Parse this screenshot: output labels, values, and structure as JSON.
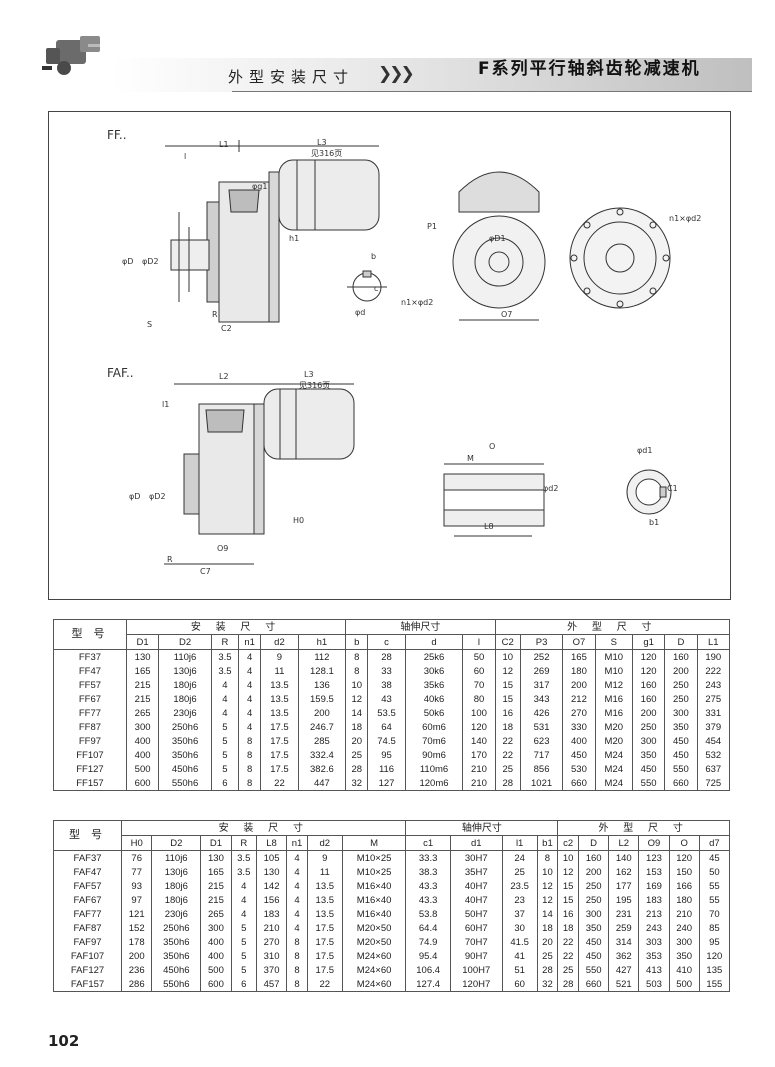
{
  "header": {
    "section_title": "外型安装尺寸",
    "arrows": "❯❯❯",
    "series_title": "F系列平行轴斜齿轮减速机"
  },
  "diagram": {
    "ff_label": "FF..",
    "faf_label": "FAF..",
    "labels": {
      "L1": "L1",
      "L3": "L3",
      "L3_note": "见316页",
      "l": "l",
      "g1": "φg1",
      "h1": "h1",
      "D": "φD",
      "D2": "φD2",
      "S": "S",
      "R": "R",
      "C2": "C2",
      "b": "b",
      "c": "c",
      "d": "φd",
      "P1": "P1",
      "D1": "φD1",
      "n1d2": "n1×φd2",
      "O7": "O7",
      "L2": "L2",
      "l1": "l1",
      "H0": "H0",
      "O9": "O9",
      "C7": "C7",
      "O": "O",
      "M": "M",
      "d2": "φd2",
      "L8": "L8",
      "d1": "φd1",
      "c1": "C1",
      "b1": "b1"
    }
  },
  "table1": {
    "model_header": "型 号",
    "group_mount": "安 装 尺 寸",
    "group_shaft": "轴伸尺寸",
    "group_outline": "外 型 尺 寸",
    "columns": [
      "D1",
      "D2",
      "R",
      "n1",
      "d2",
      "h1",
      "b",
      "c",
      "d",
      "l",
      "C2",
      "P3",
      "O7",
      "S",
      "g1",
      "D",
      "L1"
    ],
    "rows": [
      [
        "FF37",
        "130",
        "110j6",
        "3.5",
        "4",
        "9",
        "112",
        "8",
        "28",
        "25k6",
        "50",
        "10",
        "252",
        "165",
        "M10",
        "120",
        "160",
        "190"
      ],
      [
        "FF47",
        "165",
        "130j6",
        "3.5",
        "4",
        "11",
        "128.1",
        "8",
        "33",
        "30k6",
        "60",
        "12",
        "269",
        "180",
        "M10",
        "120",
        "200",
        "222"
      ],
      [
        "FF57",
        "215",
        "180j6",
        "4",
        "4",
        "13.5",
        "136",
        "10",
        "38",
        "35k6",
        "70",
        "15",
        "317",
        "200",
        "M12",
        "160",
        "250",
        "243"
      ],
      [
        "FF67",
        "215",
        "180j6",
        "4",
        "4",
        "13.5",
        "159.5",
        "12",
        "43",
        "40k6",
        "80",
        "15",
        "343",
        "212",
        "M16",
        "160",
        "250",
        "275"
      ],
      [
        "FF77",
        "265",
        "230j6",
        "4",
        "4",
        "13.5",
        "200",
        "14",
        "53.5",
        "50k6",
        "100",
        "16",
        "426",
        "270",
        "M16",
        "200",
        "300",
        "331"
      ],
      [
        "FF87",
        "300",
        "250h6",
        "5",
        "4",
        "17.5",
        "246.7",
        "18",
        "64",
        "60m6",
        "120",
        "18",
        "531",
        "330",
        "M20",
        "250",
        "350",
        "379"
      ],
      [
        "FF97",
        "400",
        "350h6",
        "5",
        "8",
        "17.5",
        "285",
        "20",
        "74.5",
        "70m6",
        "140",
        "22",
        "623",
        "400",
        "M20",
        "300",
        "450",
        "454"
      ],
      [
        "FF107",
        "400",
        "350h6",
        "5",
        "8",
        "17.5",
        "332.4",
        "25",
        "95",
        "90m6",
        "170",
        "22",
        "717",
        "450",
        "M24",
        "350",
        "450",
        "532"
      ],
      [
        "FF127",
        "500",
        "450h6",
        "5",
        "8",
        "17.5",
        "382.6",
        "28",
        "116",
        "110m6",
        "210",
        "25",
        "856",
        "530",
        "M24",
        "450",
        "550",
        "637"
      ],
      [
        "FF157",
        "600",
        "550h6",
        "6",
        "8",
        "22",
        "447",
        "32",
        "127",
        "120m6",
        "210",
        "28",
        "1021",
        "660",
        "M24",
        "550",
        "660",
        "725"
      ]
    ]
  },
  "table2": {
    "model_header": "型 号",
    "group_mount": "安 装 尺 寸",
    "group_shaft": "轴伸尺寸",
    "group_outline": "外 型 尺 寸",
    "columns": [
      "H0",
      "D2",
      "D1",
      "R",
      "L8",
      "n1",
      "d2",
      "M",
      "c1",
      "d1",
      "l1",
      "b1",
      "c2",
      "D",
      "L2",
      "O9",
      "O",
      "d7"
    ],
    "rows": [
      [
        "FAF37",
        "76",
        "110j6",
        "130",
        "3.5",
        "105",
        "4",
        "9",
        "M10×25",
        "33.3",
        "30H7",
        "24",
        "8",
        "10",
        "160",
        "140",
        "123",
        "120",
        "45"
      ],
      [
        "FAF47",
        "77",
        "130j6",
        "165",
        "3.5",
        "130",
        "4",
        "11",
        "M10×25",
        "38.3",
        "35H7",
        "25",
        "10",
        "12",
        "200",
        "162",
        "153",
        "150",
        "50"
      ],
      [
        "FAF57",
        "93",
        "180j6",
        "215",
        "4",
        "142",
        "4",
        "13.5",
        "M16×40",
        "43.3",
        "40H7",
        "23.5",
        "12",
        "15",
        "250",
        "177",
        "169",
        "166",
        "55"
      ],
      [
        "FAF67",
        "97",
        "180j6",
        "215",
        "4",
        "156",
        "4",
        "13.5",
        "M16×40",
        "43.3",
        "40H7",
        "23",
        "12",
        "15",
        "250",
        "195",
        "183",
        "180",
        "55"
      ],
      [
        "FAF77",
        "121",
        "230j6",
        "265",
        "4",
        "183",
        "4",
        "13.5",
        "M16×40",
        "53.8",
        "50H7",
        "37",
        "14",
        "16",
        "300",
        "231",
        "213",
        "210",
        "70"
      ],
      [
        "FAF87",
        "152",
        "250h6",
        "300",
        "5",
        "210",
        "4",
        "17.5",
        "M20×50",
        "64.4",
        "60H7",
        "30",
        "18",
        "18",
        "350",
        "259",
        "243",
        "240",
        "85"
      ],
      [
        "FAF97",
        "178",
        "350h6",
        "400",
        "5",
        "270",
        "8",
        "17.5",
        "M20×50",
        "74.9",
        "70H7",
        "41.5",
        "20",
        "22",
        "450",
        "314",
        "303",
        "300",
        "95"
      ],
      [
        "FAF107",
        "200",
        "350h6",
        "400",
        "5",
        "310",
        "8",
        "17.5",
        "M24×60",
        "95.4",
        "90H7",
        "41",
        "25",
        "22",
        "450",
        "362",
        "353",
        "350",
        "120"
      ],
      [
        "FAF127",
        "236",
        "450h6",
        "500",
        "5",
        "370",
        "8",
        "17.5",
        "M24×60",
        "106.4",
        "100H7",
        "51",
        "28",
        "25",
        "550",
        "427",
        "413",
        "410",
        "135"
      ],
      [
        "FAF157",
        "286",
        "550h6",
        "600",
        "6",
        "457",
        "8",
        "22",
        "M24×60",
        "127.4",
        "120H7",
        "60",
        "32",
        "28",
        "660",
        "521",
        "503",
        "500",
        "155"
      ]
    ]
  },
  "footer": {
    "page_number": "102"
  }
}
